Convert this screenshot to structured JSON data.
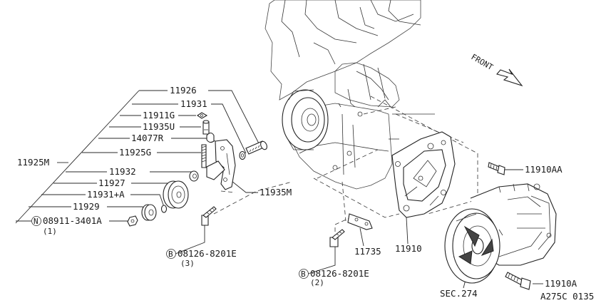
{
  "labels": {
    "p11926": "11926",
    "p11931": "11931",
    "p11911g": "11911G",
    "p11935u": "11935U",
    "p14077r": "14077R",
    "p11925g": "11925G",
    "p11925m": "11925M",
    "p11932": "11932",
    "p11927": "11927",
    "p11931a": "11931+A",
    "p11929": "11929",
    "nut_part": "08911-3401A",
    "nut_qty": "(1)",
    "nut_marker": "N",
    "p11935m": "11935M",
    "bolt3_part": "08126-8201E",
    "bolt3_qty": "(3)",
    "bolt3_marker": "B",
    "bolt2_part": "08126-8201E",
    "bolt2_qty": "(2)",
    "bolt2_marker": "B",
    "p11735": "11735",
    "p11910": "11910",
    "p11910aa": "11910AA",
    "p11910a": "11910A",
    "sec": "SEC.274",
    "front": "FRONT",
    "ref": "A275C 0135"
  }
}
